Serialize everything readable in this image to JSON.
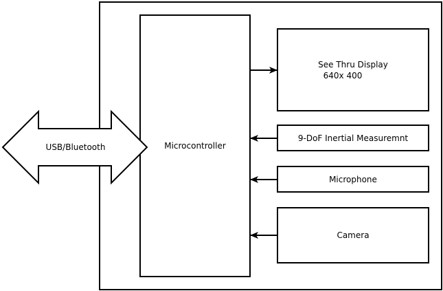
{
  "diagram": {
    "bidirectional_link": {
      "label": "USB/Bluetooth"
    },
    "microcontroller": {
      "label": "Microcontroller"
    },
    "display": {
      "line1": "See Thru Display",
      "line2": "640x 400"
    },
    "imu": {
      "label": "9-DoF Inertial Measuremnt"
    },
    "microphone": {
      "label": "Microphone"
    },
    "camera": {
      "label": "Camera"
    }
  },
  "colors": {
    "stroke": "#000000",
    "fill": "#ffffff"
  }
}
